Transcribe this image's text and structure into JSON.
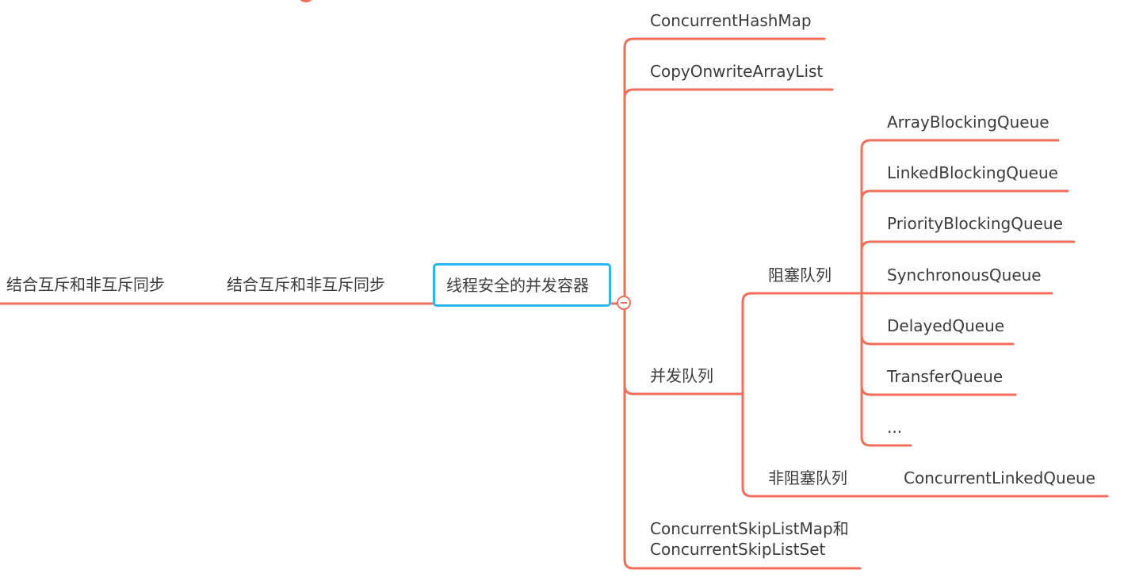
{
  "colors": {
    "branch": "#f06e5a",
    "focus_border": "#2ab6f0",
    "text": "#3b3b3b"
  },
  "nodes": {
    "left_outer": "结合互斥和非互斥同步",
    "left_inner": "结合互斥和非互斥同步",
    "root": "线程安全的并发容器",
    "concurrent_hashmap": "ConcurrentHashMap",
    "copy_on_write": "CopyOnwriteArrayList",
    "concurrent_queue": "并发队列",
    "blocking_queue": "阻塞队列",
    "non_blocking_queue": "非阻塞队列",
    "array_blocking": "ArrayBlockingQueue",
    "linked_blocking": "LinkedBlockingQueue",
    "priority_blocking": "PriorityBlockingQueue",
    "synchronous": "SynchronousQueue",
    "delayed": "DelayedQueue",
    "transfer": "TransferQueue",
    "ellipsis": "...",
    "concurrent_linked": "ConcurrentLinkedQueue",
    "skiplist_line1": "ConcurrentSkipListMap和",
    "skiplist_line2": "ConcurrentSkipListSet"
  },
  "icons": {
    "collapse": "collapse-minus-icon"
  }
}
